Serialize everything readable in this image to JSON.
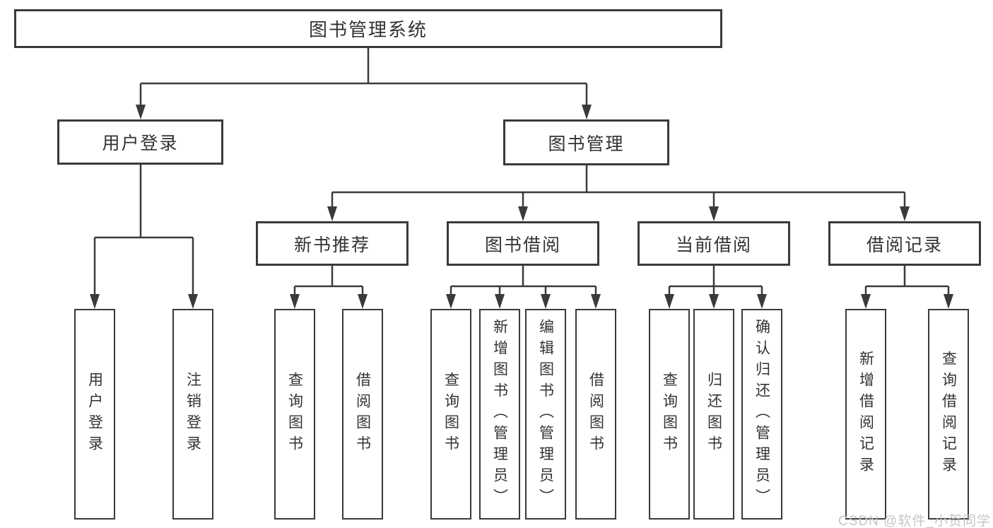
{
  "diagram": {
    "type": "tree-structure-chart",
    "colors": {
      "background": "#ffffff",
      "box_border": "#3a3a3a",
      "connector_line": "#3a3a3a",
      "text": "#333333",
      "watermark_text": "#c6c6c6"
    },
    "watermark": "CSDN @软件_小贺同学"
  },
  "nodes": {
    "root": {
      "label": "图书管理系统"
    },
    "user_login": {
      "label": "用户登录"
    },
    "book_mgmt": {
      "label": "图书管理"
    },
    "new_book_rec": {
      "label": "新书推荐"
    },
    "book_borrow": {
      "label": "图书借阅"
    },
    "current_borrow": {
      "label": "当前借阅"
    },
    "borrow_records": {
      "label": "借阅记录"
    },
    "leaf_user_login": {
      "label": "用户登录"
    },
    "leaf_logout": {
      "label": "注销登录"
    },
    "leaf_query_book_1": {
      "label": "查询图书"
    },
    "leaf_borrow_book_1": {
      "label": "借阅图书"
    },
    "leaf_query_book_2": {
      "label": "查询图书"
    },
    "leaf_add_book": {
      "label": "新增图书（管理员）"
    },
    "leaf_edit_book": {
      "label": "编辑图书（管理员）"
    },
    "leaf_borrow_book_2": {
      "label": "借阅图书"
    },
    "leaf_query_book_3": {
      "label": "查询图书"
    },
    "leaf_return_book": {
      "label": "归还图书"
    },
    "leaf_confirm_return": {
      "label": "确认归还（管理员）"
    },
    "leaf_add_borrow_record": {
      "label": "新增借阅记录"
    },
    "leaf_query_borrow_record": {
      "label": "查询借阅记录"
    }
  },
  "structure": {
    "图书管理系统": {
      "用户登录": [
        "用户登录",
        "注销登录"
      ],
      "图书管理": {
        "新书推荐": [
          "查询图书",
          "借阅图书"
        ],
        "图书借阅": [
          "查询图书",
          "新增图书（管理员）",
          "编辑图书（管理员）",
          "借阅图书"
        ],
        "当前借阅": [
          "查询图书",
          "归还图书",
          "确认归还（管理员）"
        ],
        "借阅记录": [
          "新增借阅记录",
          "查询借阅记录"
        ]
      }
    }
  }
}
